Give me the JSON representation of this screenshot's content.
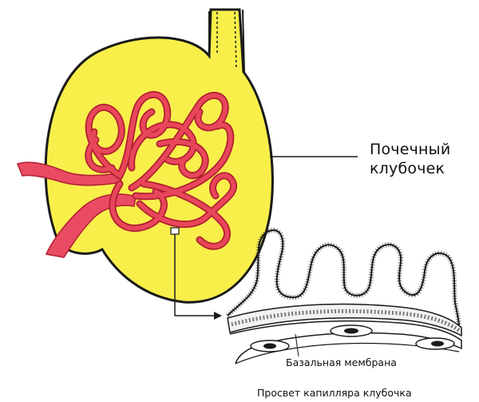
{
  "labels": {
    "glomerulus_line1": "Почечный",
    "glomerulus_line2": "клубочек",
    "basement_membrane": "Базальная мембрана",
    "capillary_lumen": "Просвет капилляра клубочка"
  },
  "colors": {
    "capsule_fill": "#f8ef4a",
    "capillary_fill": "#e8475a",
    "capillary_outline": "#b01f33",
    "vessel_fill": "#e94b63",
    "outline": "#1a1a1a"
  }
}
